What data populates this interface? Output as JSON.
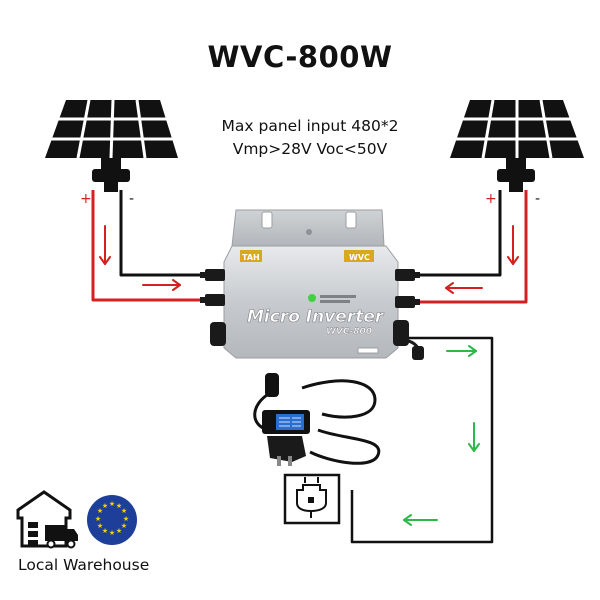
{
  "title": "WVC-800W",
  "spec_line1": "Max panel input 480*2",
  "spec_line2": "Vmp>28V Voc<50V",
  "polarity": {
    "plus": "+",
    "minus": "-"
  },
  "inverter": {
    "label": "Micro Inverter",
    "model": "WVC-800",
    "badge_left": "TAH",
    "badge_right": "WVC"
  },
  "warehouse_label": "Local Warehouse",
  "colors": {
    "positive_wire": "#d42020",
    "negative_wire": "#111111",
    "flow_arrow": "#2fb84a",
    "eu_blue": "#1d3f9a",
    "eu_star": "#f5d000"
  }
}
